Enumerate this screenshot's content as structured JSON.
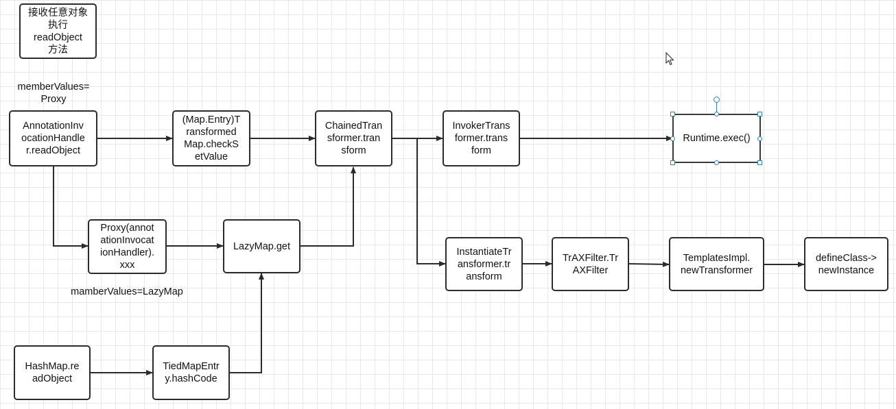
{
  "diagram": {
    "nodes": [
      {
        "id": "note",
        "text": "接收任意对象\n执行\nreadObject\n方法"
      },
      {
        "id": "annot",
        "text": "AnnotationInv\nocationHandle\nr.readObject"
      },
      {
        "id": "mapentry",
        "text": "(Map.Entry)T\nransformed\nMap.checkS\netValue"
      },
      {
        "id": "chained",
        "text": "ChainedTran\nsformer.tran\nsform"
      },
      {
        "id": "invoker",
        "text": "InvokerTrans\nformer.trans\nform"
      },
      {
        "id": "runtime",
        "text": "Runtime.exec()"
      },
      {
        "id": "proxy",
        "text": "Proxy(annot\nationInvocat\nionHandler).\nxxx"
      },
      {
        "id": "lazyget",
        "text": "LazyMap.get"
      },
      {
        "id": "instantiate",
        "text": "InstantiateTr\nansformer.tr\nansform"
      },
      {
        "id": "traxfilter",
        "text": "TrAXFilter.Tr\nAXFilter"
      },
      {
        "id": "templates",
        "text": "TemplatesImpl.\nnewTransformer"
      },
      {
        "id": "defineclass",
        "text": "defineClass->\nnewInstance"
      },
      {
        "id": "hashmap",
        "text": "HashMap.re\nadObject"
      },
      {
        "id": "tiedmap",
        "text": "TiedMapEntr\ny.hashCode"
      }
    ],
    "labels": {
      "member_values_proxy": "memberValues=\nProxy",
      "member_values_lazymap": "mamberValues=LazyMap"
    },
    "colors": {
      "stroke": "#2b2b2b",
      "selection": "#2f7fb8",
      "grid": "#e8e8e8"
    },
    "selected_node": "runtime",
    "cursor_icon": "mouse-pointer-icon"
  }
}
